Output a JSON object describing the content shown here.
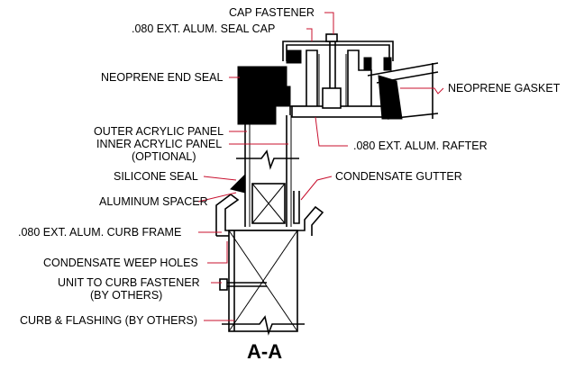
{
  "drawing": {
    "section_title": "A-A",
    "labels": {
      "cap_fastener": "CAP FASTENER",
      "seal_cap": ".080 EXT. ALUM. SEAL CAP",
      "end_seal": "NEOPRENE END SEAL",
      "gasket": "NEOPRENE GASKET",
      "outer_panel": "OUTER ACRYLIC PANEL",
      "inner_panel": "INNER ACRYLIC PANEL",
      "inner_panel_note": "(OPTIONAL)",
      "rafter": ".080 EXT. ALUM. RAFTER",
      "silicone_seal": "SILICONE SEAL",
      "condensate_gutter": "CONDENSATE GUTTER",
      "aluminum_spacer": "ALUMINUM SPACER",
      "curb_frame": ".080 EXT. ALUM. CURB FRAME",
      "weep_holes": "CONDENSATE WEEP HOLES",
      "curb_fastener": "UNIT TO CURB FASTENER",
      "curb_fastener_note": "(BY OTHERS)",
      "curb_flashing": "CURB & FLASHING (BY OTHERS)"
    },
    "colors": {
      "line": "#000000",
      "leader": "#c8102e",
      "fill": "#000000",
      "background": "#ffffff"
    }
  }
}
